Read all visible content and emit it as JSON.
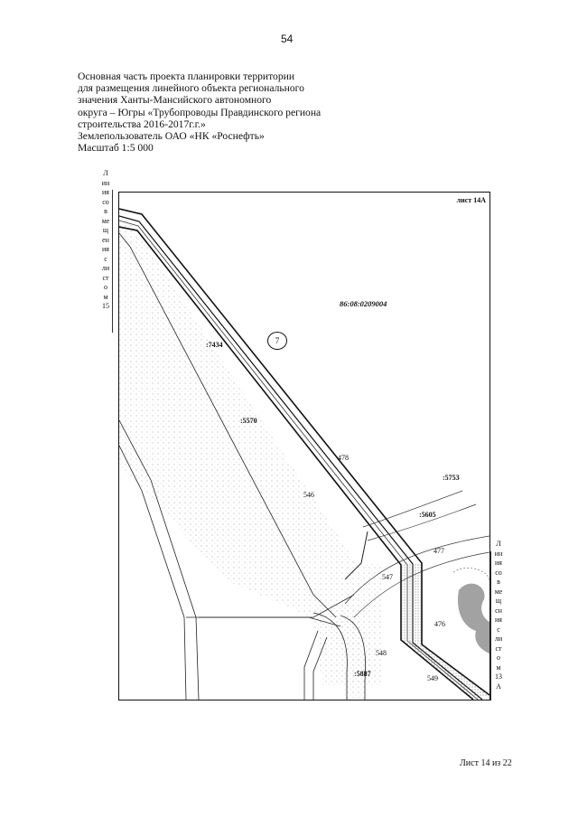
{
  "page_number": "54",
  "header_lines": [
    "Основная часть проекта планировки территории",
    "для размещения линейного объекта регионального",
    "значения Ханты-Мансийского автономного",
    "округа – Югры «Трубопроводы Правдинского региона",
    "строительства 2016-2017г.г.»",
    "Землепользователь ОАО «НК «Роснефть»",
    "Масштаб 1:5 000"
  ],
  "left_match_line": [
    "Л",
    "ин",
    "ия",
    "со",
    "в",
    "ме",
    "щ",
    "ен",
    "ия",
    "с",
    "ли",
    "ст",
    "о",
    "м",
    "15"
  ],
  "right_match_line": [
    "Л",
    "ин",
    "ия",
    "со",
    "в",
    "ме",
    "щ",
    "сн",
    "ия",
    "с",
    "ли",
    "ст",
    "о",
    "м",
    "13",
    "А"
  ],
  "sheet_label": "лист 14А",
  "cadastral_quarter": "86:08:0209004",
  "marker_number": "7",
  "parcel_labels": {
    "p7434": ":7434",
    "p5570": ":5570",
    "p478": "478",
    "p546": "546",
    "p5753": ":5753",
    "p5605": ":5605",
    "p477": "477",
    "p547": "547",
    "p476": "476",
    "p548": "548",
    "p5887": ":5887",
    "p549": "549"
  },
  "footer": "Лист 14 из 22"
}
